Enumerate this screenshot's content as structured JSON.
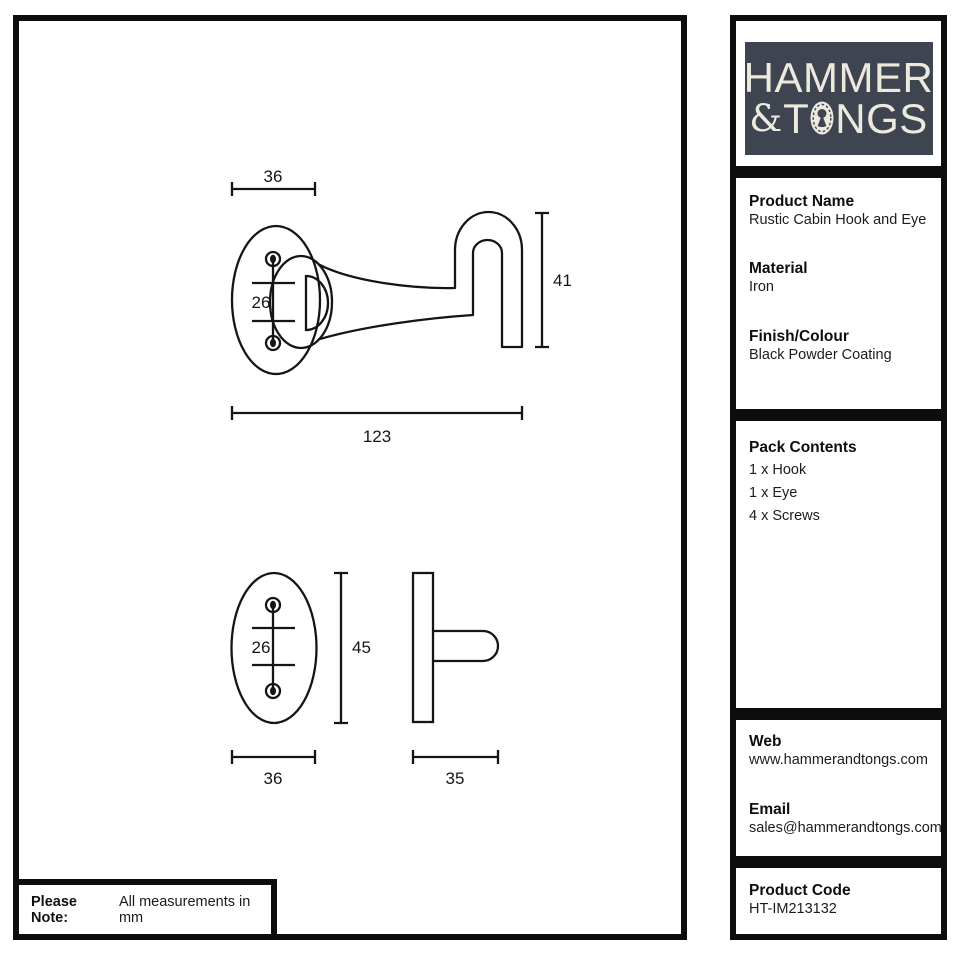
{
  "brand": {
    "name_line1": "HAMMER",
    "ampersand": "&",
    "name_line2_start": "T",
    "name_line2_end": "NGS",
    "plate_color": "#3e4450",
    "text_color": "#ece9dd"
  },
  "product": {
    "name_label": "Product Name",
    "name": "Rustic Cabin Hook and Eye",
    "material_label": "Material",
    "material": "Iron",
    "finish_label": "Finish/Colour",
    "finish": "Black Powder Coating"
  },
  "pack": {
    "label": "Pack Contents",
    "items": [
      "1 x Hook",
      "1 x Eye",
      "4 x Screws"
    ]
  },
  "contact": {
    "web_label": "Web",
    "web": "www.hammerandtongs.com",
    "email_label": "Email",
    "email": "sales@hammerandtongs.com"
  },
  "product_code": {
    "label": "Product Code",
    "value": "HT-IM213132"
  },
  "note": {
    "label": "Please Note:",
    "text": "All measurements in mm"
  },
  "drawing": {
    "units": "mm",
    "line_color": "#151515",
    "hook": {
      "plate_width": "36",
      "hole_spacing": "26",
      "height": "41",
      "length": "123"
    },
    "eye": {
      "hole_spacing": "26",
      "plate_height": "45",
      "plate_width": "36",
      "projection": "35"
    }
  }
}
